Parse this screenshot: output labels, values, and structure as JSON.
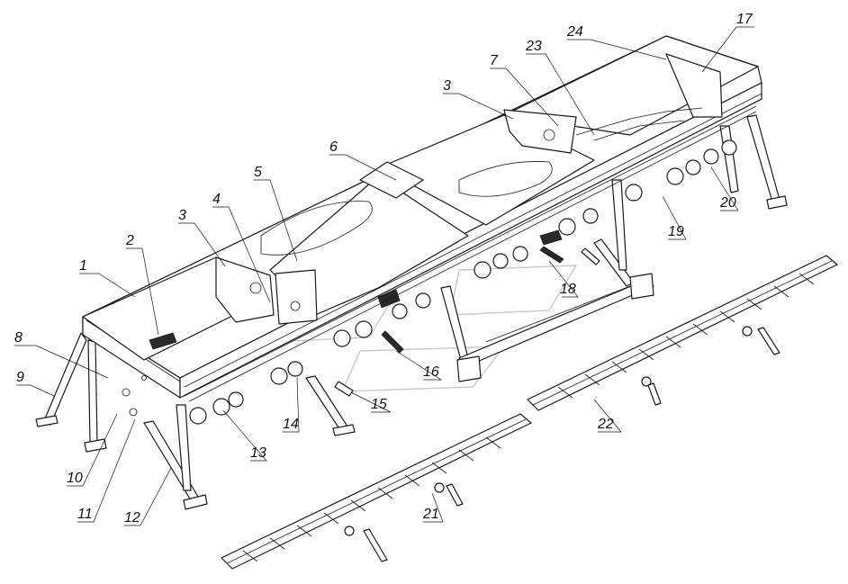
{
  "diagram": {
    "callouts": [
      {
        "n": "1",
        "label": "1"
      },
      {
        "n": "2",
        "label": "2"
      },
      {
        "n": "3a",
        "label": "3"
      },
      {
        "n": "4",
        "label": "4"
      },
      {
        "n": "5",
        "label": "5"
      },
      {
        "n": "6",
        "label": "6"
      },
      {
        "n": "3b",
        "label": "3"
      },
      {
        "n": "7",
        "label": "7"
      },
      {
        "n": "23",
        "label": "23"
      },
      {
        "n": "24",
        "label": "24"
      },
      {
        "n": "17",
        "label": "17"
      },
      {
        "n": "8",
        "label": "8"
      },
      {
        "n": "9",
        "label": "9"
      },
      {
        "n": "10",
        "label": "10"
      },
      {
        "n": "11",
        "label": "11"
      },
      {
        "n": "12",
        "label": "12"
      },
      {
        "n": "13",
        "label": "13"
      },
      {
        "n": "14",
        "label": "14"
      },
      {
        "n": "15",
        "label": "15"
      },
      {
        "n": "16",
        "label": "16"
      },
      {
        "n": "18",
        "label": "18"
      },
      {
        "n": "19",
        "label": "19"
      },
      {
        "n": "20",
        "label": "20"
      },
      {
        "n": "21",
        "label": "21"
      },
      {
        "n": "22",
        "label": "22"
      }
    ]
  }
}
